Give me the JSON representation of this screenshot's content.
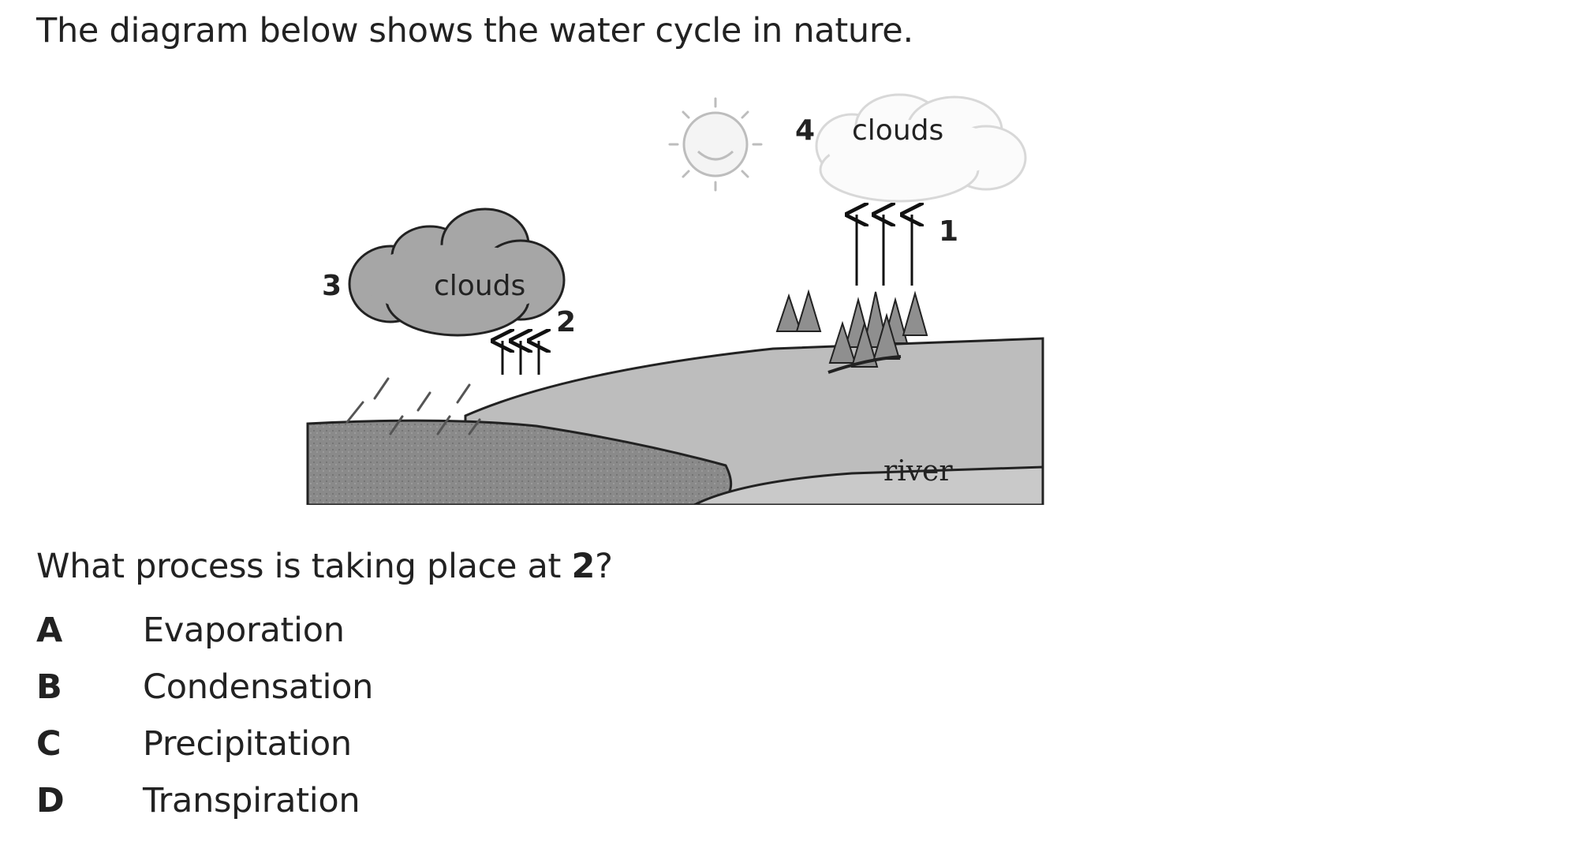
{
  "intro": "The diagram below shows the water cycle in nature.",
  "figure": {
    "labels": {
      "n1": "1",
      "n2": "2",
      "n3": "3",
      "n4": "4",
      "clouds_left": "clouds",
      "clouds_right": "clouds",
      "river": "river"
    }
  },
  "question": {
    "prefix": "What process is taking place at ",
    "bold": "2",
    "suffix": "?"
  },
  "options": [
    {
      "letter": "A",
      "text": "Evaporation"
    },
    {
      "letter": "B",
      "text": "Condensation"
    },
    {
      "letter": "C",
      "text": "Precipitation"
    },
    {
      "letter": "D",
      "text": "Transpiration"
    }
  ]
}
